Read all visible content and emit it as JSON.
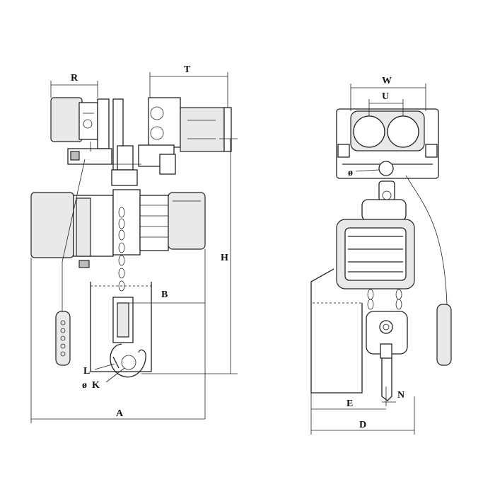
{
  "labels": {
    "R": "R",
    "T": "T",
    "H": "H",
    "B": "B",
    "L": "L",
    "K": "K",
    "A": "A",
    "W": "W",
    "U": "U",
    "E": "E",
    "N": "N",
    "D": "D"
  },
  "diameter_symbol": "ø",
  "colors": {
    "line": "#222222",
    "background": "#ffffff",
    "body": "#e9e9e9"
  }
}
